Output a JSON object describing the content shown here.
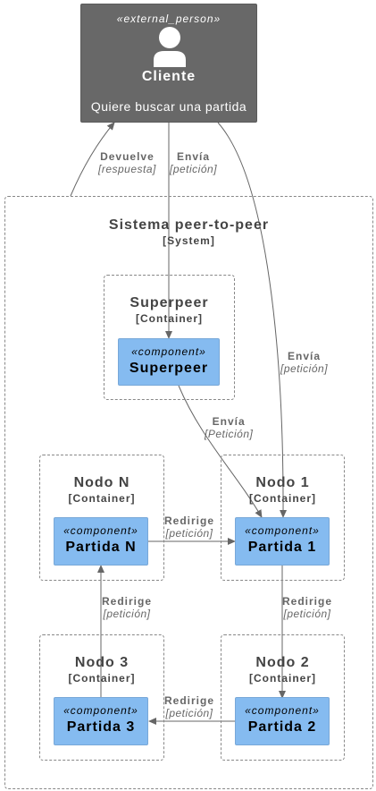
{
  "person": {
    "stereotype": "«external_person»",
    "name": "Cliente",
    "description": "Quiere buscar una partida"
  },
  "system": {
    "title": "Sistema peer-to-peer",
    "type": "[System]"
  },
  "containers": {
    "superpeer": {
      "title": "Superpeer",
      "type": "[Container]"
    },
    "nodo_n": {
      "title": "Nodo N",
      "type": "[Container]"
    },
    "nodo_1": {
      "title": "Nodo 1",
      "type": "[Container]"
    },
    "nodo_3": {
      "title": "Nodo 3",
      "type": "[Container]"
    },
    "nodo_2": {
      "title": "Nodo 2",
      "type": "[Container]"
    }
  },
  "components": {
    "superpeer": {
      "stereotype": "«component»",
      "name": "Superpeer"
    },
    "partida_n": {
      "stereotype": "«component»",
      "name": "Partida N"
    },
    "partida_1": {
      "stereotype": "«component»",
      "name": "Partida 1"
    },
    "partida_3": {
      "stereotype": "«component»",
      "name": "Partida 3"
    },
    "partida_2": {
      "stereotype": "«component»",
      "name": "Partida 2"
    }
  },
  "relations": {
    "devuelve": {
      "label": "Devuelve",
      "tech": "[respuesta]"
    },
    "envia_superpeer": {
      "label": "Envía",
      "tech": "[petición]"
    },
    "envia_partida1": {
      "label": "Envía",
      "tech": "[petición]"
    },
    "envia_from_superpeer": {
      "label": "Envía",
      "tech": "[Petición]"
    },
    "redirige_n_1": {
      "label": "Redirige",
      "tech": "[petición]"
    },
    "redirige_1_2": {
      "label": "Redirige",
      "tech": "[petición]"
    },
    "redirige_2_3": {
      "label": "Redirige",
      "tech": "[petición]"
    },
    "redirige_3_n": {
      "label": "Redirige",
      "tech": "[petición]"
    }
  },
  "colors": {
    "person_fill": "#686868",
    "component_fill": "#85bbf0",
    "line": "#666666",
    "boundary": "#888888"
  },
  "icons": {
    "person": "person-icon"
  }
}
